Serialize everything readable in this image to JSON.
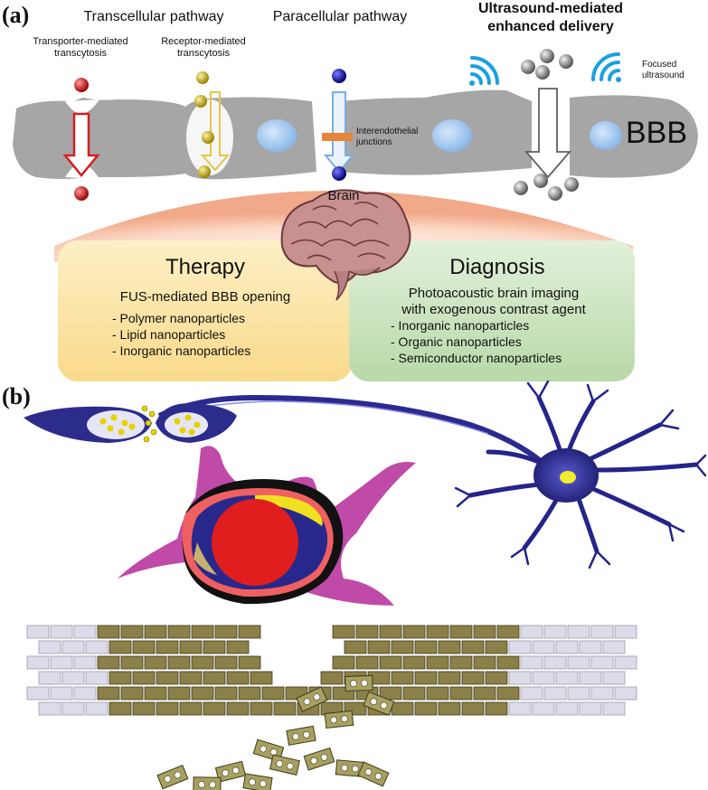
{
  "panel_a": {
    "label": "(a)",
    "transcellular": "Transcellular pathway",
    "transporter_1": "Transporter-mediated",
    "transporter_2": "transcytosis",
    "receptor_1": "Receptor-mediated",
    "receptor_2": "transcytosis",
    "paracellular": "Paracellular pathway",
    "interendo_1": "Interendothelial",
    "interendo_2": "junctions",
    "ultrasound_1": "Ultrasound-mediated",
    "ultrasound_2": "enhanced delivery",
    "focused_1": "Focused",
    "focused_2": "ultrasound",
    "bbb": "BBB",
    "brain": "Brain",
    "therapy": {
      "title": "Therapy",
      "subtitle": "FUS-mediated BBB opening",
      "items": [
        "- Polymer nanoparticles",
        "- Lipid nanoparticles",
        "- Inorganic nanoparticles"
      ]
    },
    "diagnosis": {
      "title": "Diagnosis",
      "subtitle_1": "Photoacoustic brain imaging",
      "subtitle_2": "with exogenous contrast agent",
      "items": [
        "- Inorganic nanoparticles",
        "- Organic nanoparticles",
        "- Semiconductor nanoparticles"
      ]
    }
  },
  "panel_b": {
    "label": "(b)"
  },
  "colors": {
    "endothelium": "#a8a8a8",
    "nucleus": "#9cc4ee",
    "transporter_arrow": "#d42020",
    "receptor_arrow": "#e8c850",
    "paracellular_arrow": "#7aaee0",
    "therapy_box": "#fbe6a8",
    "diagnosis_box": "#cfe6c4",
    "brain_arc": "#f6bda0",
    "ultrasound_wave": "#1aa0e0",
    "neuron": "#24248a",
    "pericyte": "#c04aa8",
    "tight_brick": "#8a8048"
  }
}
